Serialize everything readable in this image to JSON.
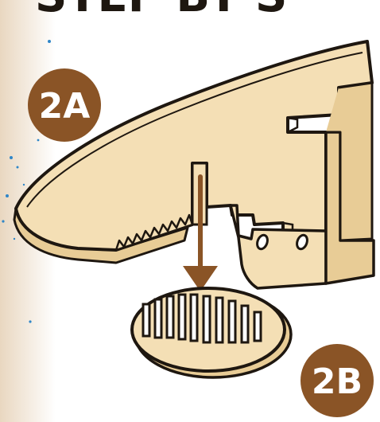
{
  "header": {
    "text": "STEP BY S"
  },
  "badges": [
    {
      "id": "2A",
      "label": "2A"
    },
    {
      "id": "2B",
      "label": "2B"
    }
  ],
  "colors": {
    "wood": "#f4dfb5",
    "wood_edge": "#e8cc96",
    "outline": "#1e1710",
    "badge": "#8a5426",
    "arrow": "#8a5426",
    "left_band": "#f2e6d6",
    "speckle": "#2f86c8"
  }
}
